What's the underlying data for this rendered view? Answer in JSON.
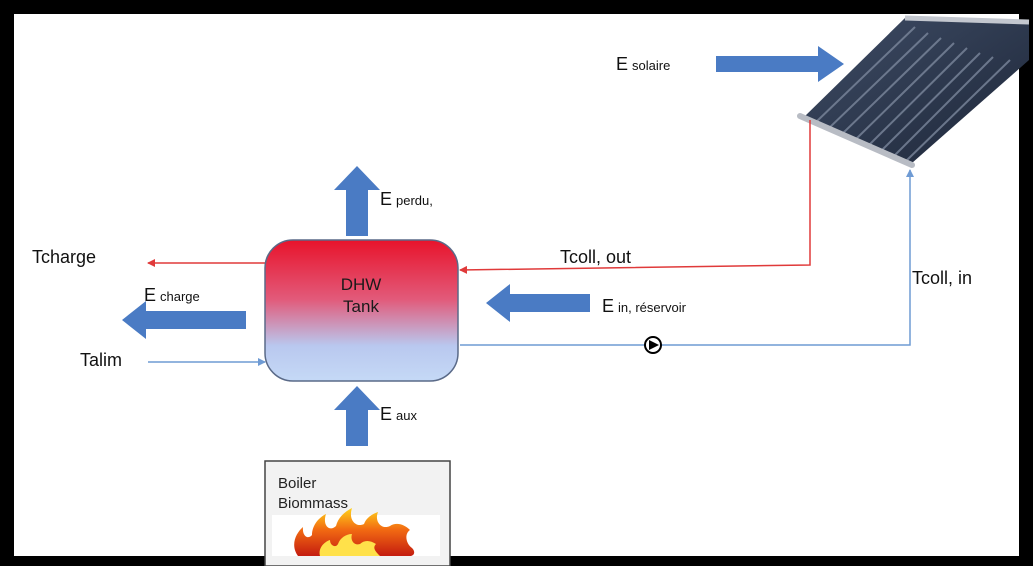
{
  "diagram": {
    "labels": {
      "e_solaire_main": "E",
      "e_solaire_sub": "solaire",
      "e_perdu_main": "E",
      "e_perdu_sub": "perdu,",
      "tcharge": "Tcharge",
      "e_charge_main": "E",
      "e_charge_sub": "charge",
      "talim": "Talim",
      "tcoll_out": "Tcoll, out",
      "e_in_main": "E",
      "e_in_sub": "in, réservoir",
      "tcoll_in": "Tcoll, in",
      "e_aux_main": "E",
      "e_aux_sub": "aux"
    },
    "tank": {
      "line1": "DHW",
      "line2": "Tank"
    },
    "boiler": {
      "line1": "Boiler",
      "line2": "Biommass"
    },
    "colors": {
      "arrow_fill": "#4a7bc4",
      "hot_line": "#e03a3a",
      "cold_line": "#6f9bd4",
      "tank_top": "#e8132b",
      "tank_bottom": "#bcd3f4",
      "frame": "#000000"
    },
    "icons": [
      "pump-icon",
      "fire-icon",
      "solar-collector-icon"
    ]
  }
}
